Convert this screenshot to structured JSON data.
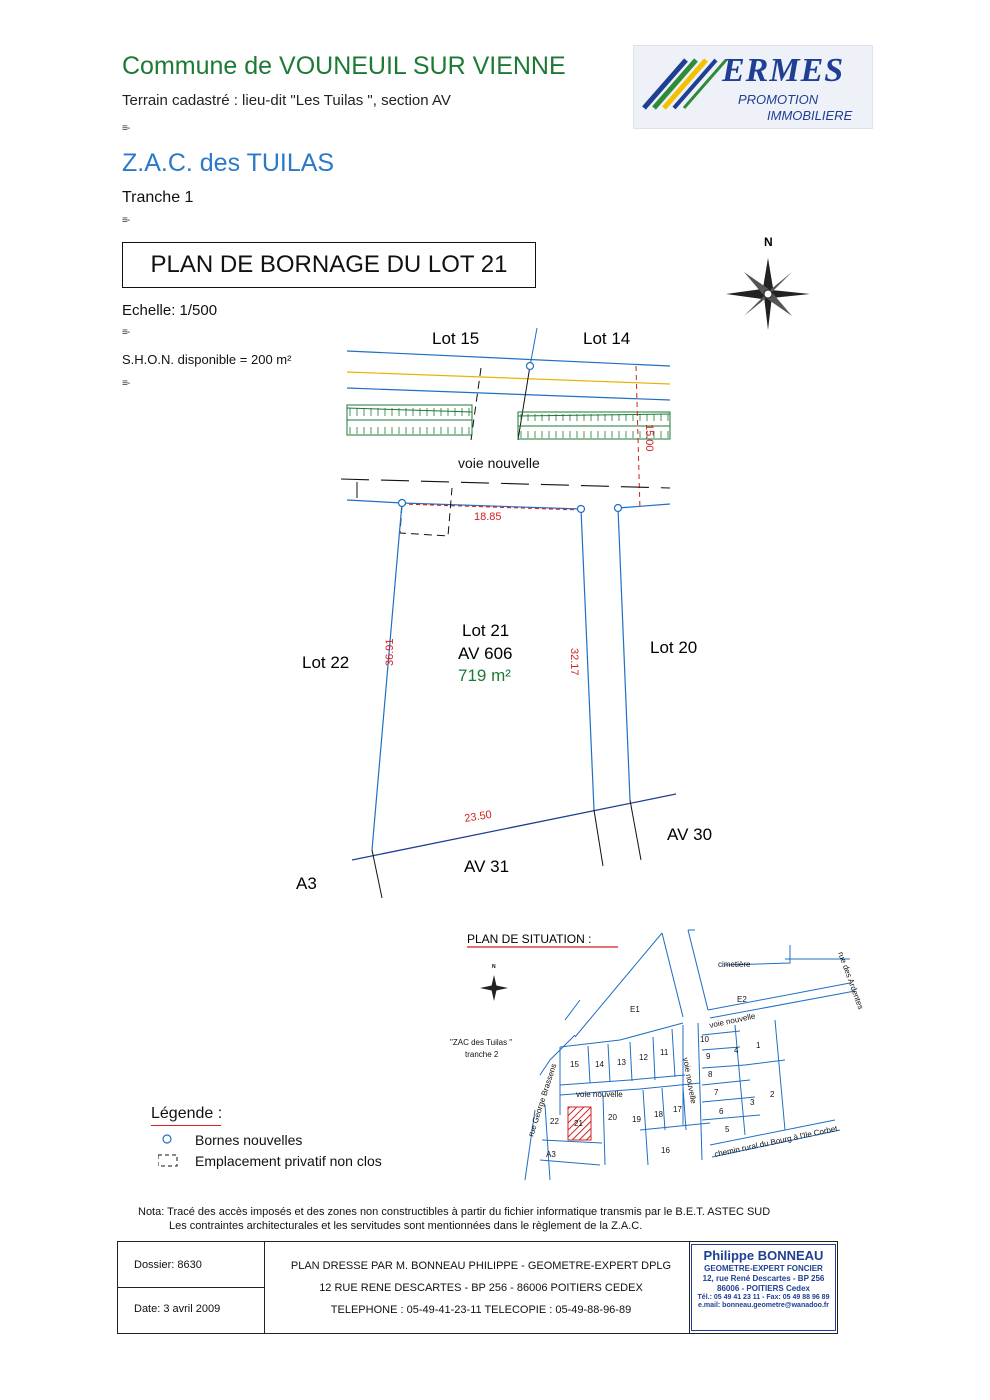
{
  "header": {
    "commune": "Commune de VOUNEUIL SUR VIENNE",
    "terrain": "Terrain cadastré : lieu-dit \"Les Tuilas \", section AV",
    "zac": "Z.A.C. des TUILAS",
    "tranche": "Tranche 1",
    "separator": "≡-",
    "plan_title": "PLAN DE BORNAGE DU LOT 21",
    "echelle": "Echelle: 1/500",
    "shon": "S.H.O.N. disponible = 200 m²"
  },
  "logo": {
    "brand": "ERMES",
    "line1": "PROMOTION",
    "line2": "IMMOBILIERE",
    "brand_color": "#1e3f93",
    "accent_colors": [
      "#1e3f93",
      "#2e8b3a",
      "#f2c200"
    ]
  },
  "compass": {
    "north": "N"
  },
  "plan": {
    "lot15": "Lot 15",
    "lot14": "Lot 14",
    "voie": "voie nouvelle",
    "front_dim": "18.85",
    "dim_side_right_top": "15.00",
    "lot21": "Lot 21",
    "parcel": "AV 606",
    "area": "719 m²",
    "lot22": "Lot 22",
    "lot20": "Lot 20",
    "dim_left": "36.91",
    "dim_right": "32.17",
    "dim_bottom": "23.50",
    "av30": "AV 30",
    "av31": "AV 31",
    "a3": "A3",
    "colors": {
      "boundary": "#1f6fc4",
      "dimension": "#d32020",
      "area": "#1d7a35",
      "hedge": "#1d7a35",
      "yellow": "#e8b400"
    }
  },
  "situation": {
    "title": "PLAN DE SITUATION :",
    "north": "N",
    "cimetiere": "cimetière",
    "rue_ardentes": "rue des Ardentes",
    "e1": "E1",
    "e2": "E2",
    "voie_top": "voie nouvelle",
    "voie_mid": "voie nouvelle",
    "voie_vertical": "voie nouvelle",
    "zac_tranche2_l1": "\"ZAC des Tuilas \"",
    "zac_tranche2_l2": "tranche 2",
    "rue_brassens": "rue George Brassens",
    "chemin": "chemin rural du Bourg à l'Ile Corbet",
    "a3": "A3",
    "lots": [
      "10",
      "9",
      "8",
      "7",
      "6",
      "5",
      "4",
      "1",
      "3",
      "2",
      "11",
      "12",
      "13",
      "14",
      "15",
      "16",
      "17",
      "18",
      "19",
      "20",
      "21",
      "22"
    ]
  },
  "legend": {
    "title": "Légende :",
    "item1": "Bornes nouvelles",
    "item2": "Emplacement privatif non clos"
  },
  "nota": {
    "line1": "Nota: Tracé des accès imposés et des zones non constructibles à partir du fichier informatique transmis par le B.E.T. ASTEC SUD",
    "line2": "Les contraintes architecturales et les servitudes sont mentionnées dans le règlement de la Z.A.C."
  },
  "footer": {
    "dossier": "Dossier: 8630",
    "date": "Date: 3 avril 2009",
    "line1": "PLAN DRESSE PAR M. BONNEAU PHILIPPE - GEOMETRE-EXPERT DPLG",
    "line2": "12 RUE RENE DESCARTES - BP 256 - 86006 POITIERS CEDEX",
    "line3": "TELEPHONE : 05-49-41-23-11  TELECOPIE : 05-49-88-96-89",
    "stamp_name": "Philippe BONNEAU",
    "stamp_l1": "GEOMETRE-EXPERT FONCIER",
    "stamp_l2": "12, rue René Descartes - BP 256",
    "stamp_l3": "86006 - POITIERS Cedex",
    "stamp_l4": "Tél.: 05 49 41 23 11 - Fax: 05 49 88 96 89",
    "stamp_l5": "e.mail: bonneau.geometre@wanadoo.fr"
  }
}
